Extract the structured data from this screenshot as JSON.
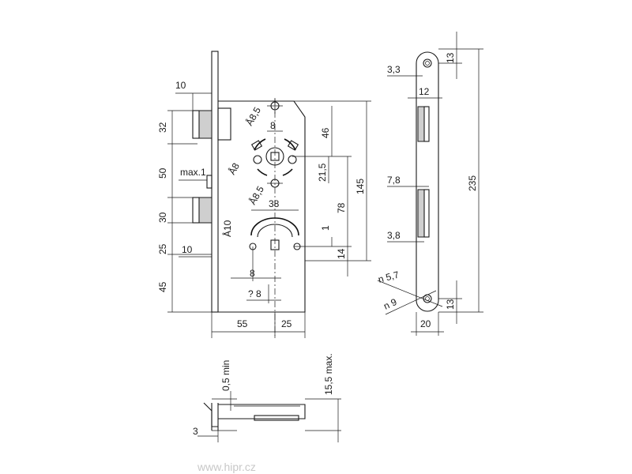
{
  "front_view": {
    "dim_10_top": "10",
    "dim_32": "32",
    "dim_50": "50",
    "dim_30": "30",
    "dim_25": "25",
    "dim_45": "45",
    "dim_max1": "max.1",
    "dim_10_bottom": "10",
    "dim_hole_85_top": "Å8,5",
    "dim_8_top": "8",
    "dim_follower_8": "Å8",
    "dim_hole_85_mid": "Å8,5",
    "dim_38": "38",
    "dim_10_cyl": "Å10",
    "dim_46": "46",
    "dim_21_5": "21,5",
    "dim_78": "78",
    "dim_145": "145",
    "dim_1": "1",
    "dim_14": "14",
    "dim_8_bottom": "8",
    "dim_q8": "? 8",
    "dim_55": "55",
    "dim_25_bottom": "25"
  },
  "side_view": {
    "dim_3_3": "3,3",
    "dim_13_top": "13",
    "dim_12": "12",
    "dim_7_8": "7,8",
    "dim_235": "235",
    "dim_3_8": "3,8",
    "dim_n5_7": "n 5,7",
    "dim_n9": "n 9",
    "dim_13_bottom": "13",
    "dim_20": "20"
  },
  "bottom_view": {
    "dim_0_5_min": "0,5 min",
    "dim_15_5_max": "15,5 max.",
    "dim_3": "3"
  },
  "watermark": "www.hipr.cz"
}
